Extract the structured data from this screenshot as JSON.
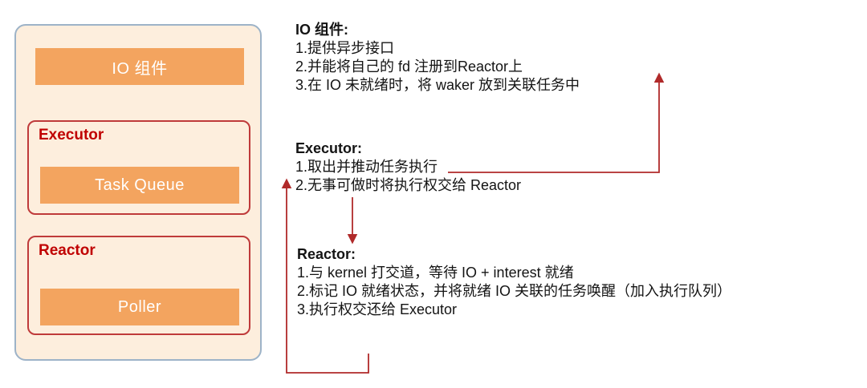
{
  "diagram": {
    "container": {
      "io_box_label": "IO 组件",
      "executor": {
        "label": "Executor",
        "task_queue_label": "Task Queue"
      },
      "reactor": {
        "label": "Reactor",
        "poller_label": "Poller"
      }
    },
    "notes": {
      "io": {
        "title": "IO 组件:",
        "items": [
          "1.提供异步接口",
          "2.并能将自己的 fd 注册到Reactor上",
          "3.在 IO 未就绪时，将 waker 放到关联任务中"
        ]
      },
      "executor": {
        "title": "Executor:",
        "items": [
          "1.取出并推动任务执行",
          "2.无事可做时将执行权交给 Reactor"
        ]
      },
      "reactor": {
        "title": "Reactor:",
        "items": [
          "1.与 kernel 打交道，等待 IO + interest 就绪",
          "2.标记 IO 就绪状态，并将就绪 IO 关联的任务唤醒（加入执行队列）",
          "3.执行权交还给 Executor"
        ]
      }
    },
    "colors": {
      "container_bg": "#fdeedd",
      "container_border": "#9db3c8",
      "orange_fill": "#f3a45f",
      "red_border": "#bf3a3a",
      "red_label": "#c00000",
      "arrow": "#b02a2a",
      "text": "#141414"
    }
  }
}
